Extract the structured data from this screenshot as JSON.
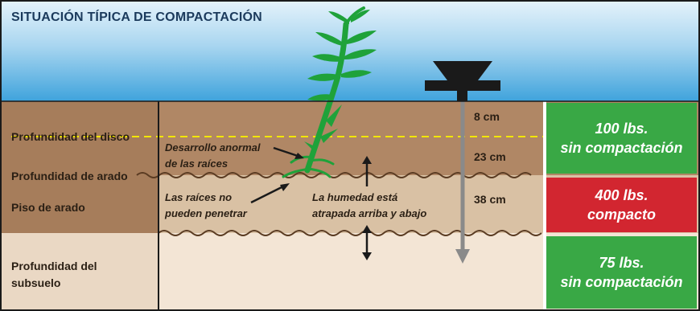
{
  "title": "SITUACIÓN TÍPICA DE COMPACTACIÓN",
  "layers": [
    {
      "label_lines": [
        "Profundidad del disco"
      ]
    },
    {
      "label_lines": [
        "Profundidad de arado"
      ]
    },
    {
      "label_lines": [
        "Piso de arado"
      ]
    },
    {
      "label_lines": [
        "Profundidad del",
        "subsuelo"
      ]
    }
  ],
  "notes": {
    "roots_abnormal": [
      "Desarrollo anormal",
      "de las raíces"
    ],
    "roots_blocked": [
      "Las raíces no",
      "pueden penetrar"
    ],
    "moisture": [
      "La humedad está",
      "atrapada arriba y abajo"
    ]
  },
  "depths": [
    "8 cm",
    "23 cm",
    "38 cm"
  ],
  "readings": [
    {
      "value": "100 lbs.",
      "status": "sin compactación",
      "color": "#39a845"
    },
    {
      "value": "400 lbs.",
      "status": "compacto",
      "color": "#d22630"
    },
    {
      "value": "75 lbs.",
      "status": "sin compactación",
      "color": "#39a845"
    }
  ],
  "icons": [
    "penetrometer-icon",
    "plant-icon",
    "arrow-icon"
  ],
  "colors": {
    "sky_top": "#e4f2fb",
    "sky_bottom": "#3fa3dc",
    "topsoil": "#b08765",
    "plow_layer": "#dbc2a5",
    "hardpan": "#b08765",
    "subsoil": "#f2e4d4",
    "disk_line": "#f2e600",
    "plant": "#1fa23a",
    "probe": "#8a8a8a",
    "title": "#1b3a5c"
  }
}
